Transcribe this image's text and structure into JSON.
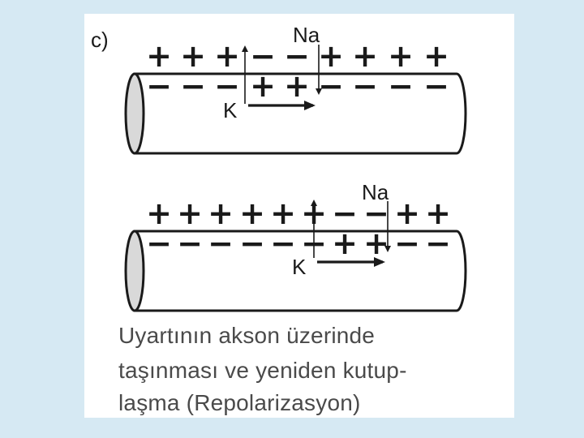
{
  "panel_label": "c)",
  "axon_top": {
    "outer_charges": [
      "+",
      "+",
      "+",
      "−",
      "−",
      "+",
      "+",
      "+",
      "+"
    ],
    "inner_charges": [
      "−",
      "−",
      "−",
      "+",
      "+",
      "−",
      "−",
      "−",
      "−"
    ],
    "ion_na": "Na",
    "ion_k": "K"
  },
  "axon_bottom": {
    "outer_charges": [
      "+",
      "+",
      "+",
      "+",
      "+",
      "+",
      "−",
      "−",
      "+",
      "+"
    ],
    "inner_charges": [
      "−",
      "−",
      "−",
      "−",
      "−",
      "−",
      "+",
      "+",
      "−",
      "−"
    ],
    "ion_na": "Na",
    "ion_k": "K"
  },
  "caption": {
    "line1": "Uyartının akson üzerinde",
    "line2": "taşınması ve yeniden kutup-",
    "line3": "laşma (Repolarizasyon)"
  },
  "colors": {
    "background": "#d6e9f3",
    "panel": "#ffffff",
    "ink": "#1a1a1a",
    "caption": "#4a4a4a"
  }
}
